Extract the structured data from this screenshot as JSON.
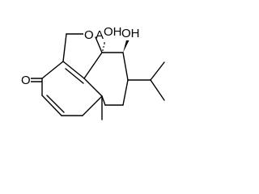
{
  "molecule": {
    "labels": {
      "ketone_oxygen": "O",
      "ring_oxygen": "O",
      "abs_marker": "Abs",
      "hydroxyl_1": "OH",
      "hydroxyl_2": "OH"
    },
    "colors": {
      "bond": "#000000",
      "background": "#ffffff"
    }
  }
}
